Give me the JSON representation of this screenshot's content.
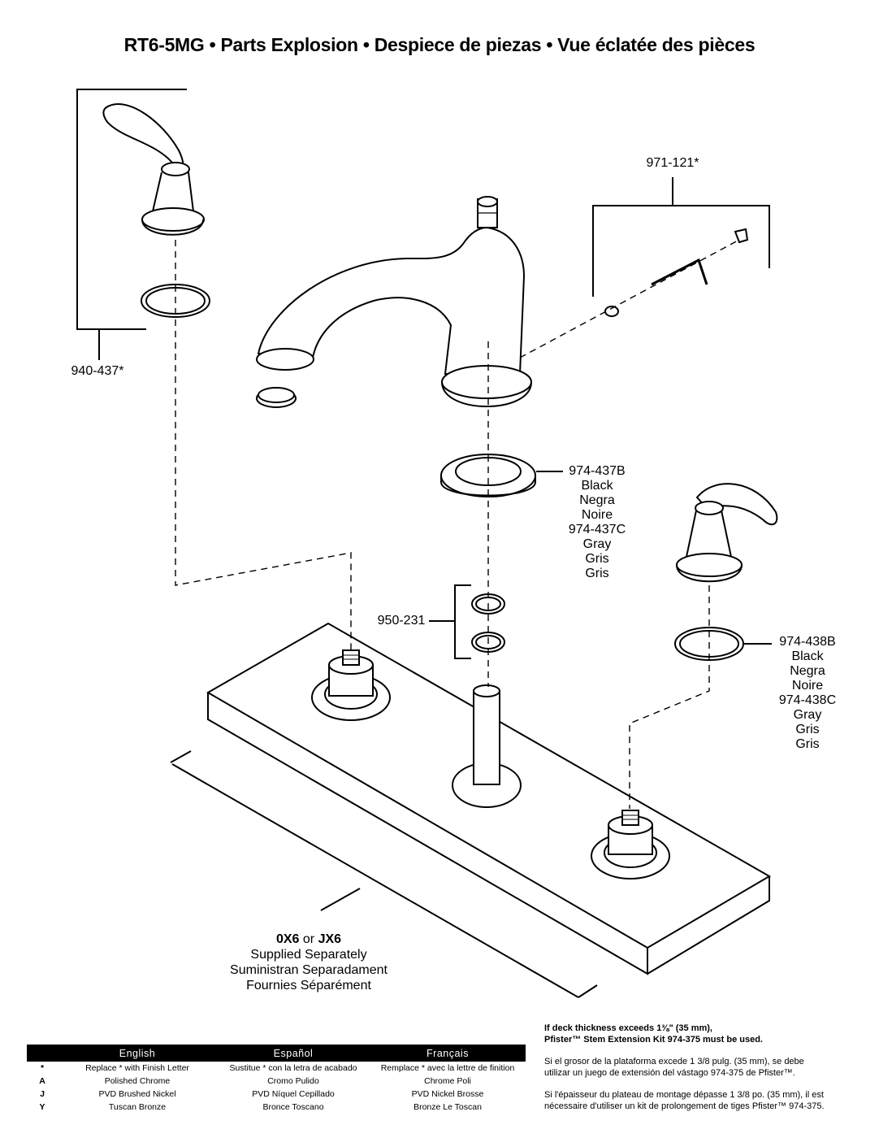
{
  "title": "RT6-5MG • Parts Explosion • Despiece de piezas • Vue éclatée des pièces",
  "parts": {
    "handle_kit": "940-437*",
    "tool_kit": "971-121*",
    "spout_gasket": [
      "974-437B",
      "Black",
      "Negra",
      "Noire",
      "974-437C",
      "Gray",
      "Gris",
      "Gris"
    ],
    "o_rings": "950-231",
    "handle_gasket": [
      "974-438B",
      "Black",
      "Negra",
      "Noire",
      "974-438C",
      "Gray",
      "Gris",
      "Gris"
    ],
    "valve_body_code_1": "0X6",
    "valve_body_or": "or",
    "valve_body_code_2": "JX6",
    "valve_body_lines": [
      "Supplied Separately",
      "Suministran Separadament",
      "Fournies Séparément"
    ]
  },
  "legend": {
    "headers": [
      "English",
      "Español",
      "Français"
    ],
    "rows": [
      {
        "code": "*",
        "en": "Replace * with Finish Letter",
        "es": "Sustitue * con la letra de acabado",
        "fr": "Remplace * avec la lettre de finition"
      },
      {
        "code": "A",
        "en": "Polished Chrome",
        "es": "Cromo Pulido",
        "fr": "Chrome Poli"
      },
      {
        "code": "J",
        "en": "PVD Brushed Nickel",
        "es": "PVD Níquel Cepillado",
        "fr": "PVD Nickel Brosse"
      },
      {
        "code": "Y",
        "en": "Tuscan Bronze",
        "es": "Bronce Toscano",
        "fr": "Bronze Le Toscan"
      }
    ]
  },
  "notes": {
    "en_line1": "If deck thickness exceeds 1⅜\" (35 mm),",
    "en_line2": "Pfister™ Stem Extension Kit 974-375 must be used.",
    "es_line1": "Si el grosor de la plataforma excede 1 3/8 pulg. (35 mm), se debe",
    "es_line2": "utilizar un juego de extensión del vástago 974-375 de Pfister™.",
    "fr_line1": "Si l'épaisseur du plateau de montage dépasse 1 3/8 po. (35 mm), il est",
    "fr_line2": "nécessaire d'utiliser un kit de prolongement de tiges Pfister™ 974-375."
  },
  "colors": {
    "line": "#000000",
    "legend_header_bg": "#000000",
    "legend_header_text": "#ffffff"
  }
}
